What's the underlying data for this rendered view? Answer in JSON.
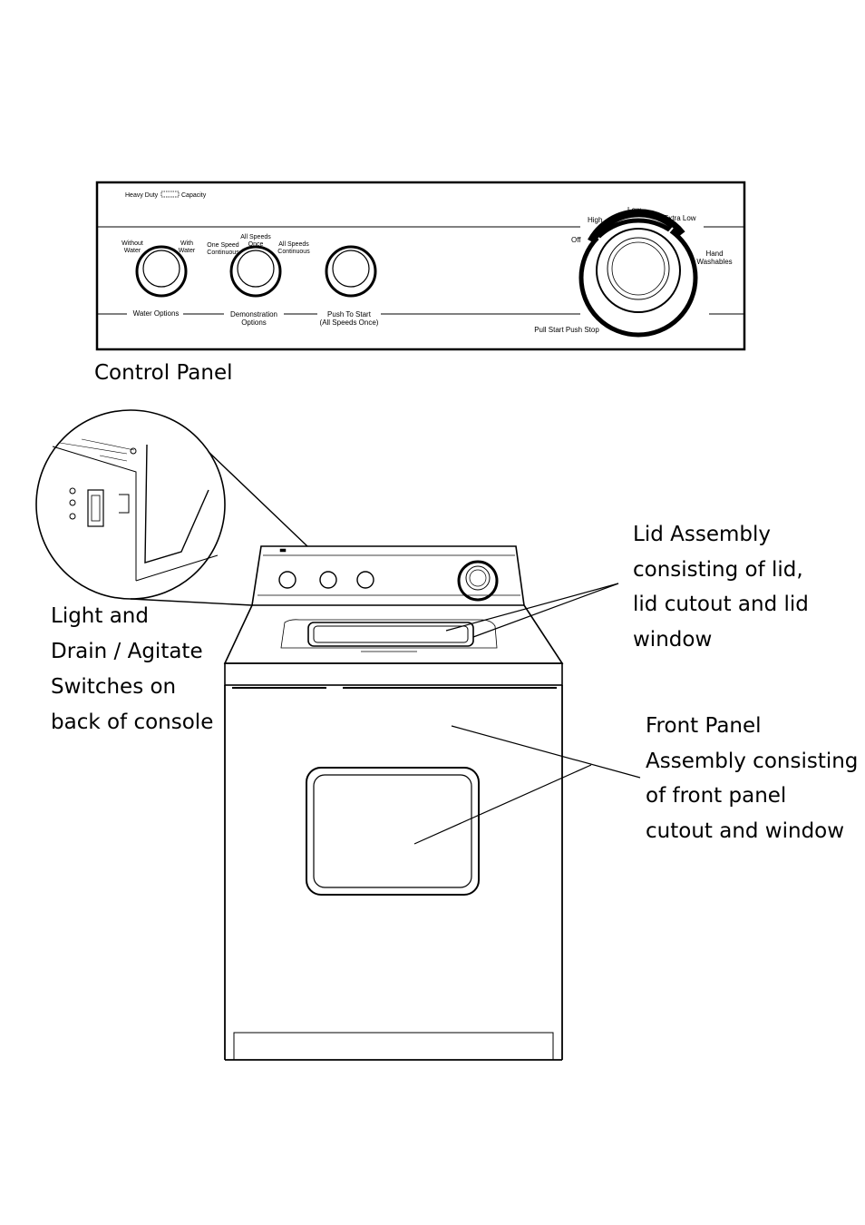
{
  "control_panel": {
    "caption": "Control Panel",
    "heavy_duty": "Heavy Duty",
    "capacity": "Capacity",
    "without_water": "Without Water",
    "with_water": "With Water",
    "one_speed_continuous": "One Speed Continuous",
    "all_speeds_once": "All Speeds Once",
    "all_speeds_continuous": "All Speeds Continuous",
    "water_options": "Water Options",
    "demonstration_options": "Demonstration Options",
    "push_to_start": "Push To Start",
    "all_speeds_once_paren": "(All Speeds Once)",
    "dial_off": "Off",
    "dial_high": "High",
    "dial_low": "Low",
    "dial_extra_low": "Extra Low",
    "hand_washables": "Hand Washables",
    "pull_start_push_stop": "Pull Start  Push Stop"
  },
  "callouts": {
    "switches": [
      "Light and",
      "Drain / Agitate",
      "Switches on",
      "back of console"
    ],
    "lid_assembly": [
      "Lid Assembly",
      "consisting of lid,",
      "lid cutout and lid",
      "window"
    ],
    "front_panel": [
      "Front Panel",
      "Assembly consisting",
      "of front panel",
      "cutout and window"
    ]
  },
  "colors": {
    "ink": "#000000",
    "paper": "#ffffff"
  }
}
